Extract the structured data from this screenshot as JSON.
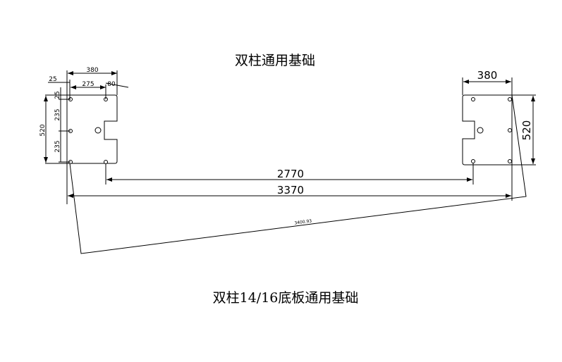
{
  "titles": {
    "top": "双柱通用基础",
    "bottom": "双柱14/16底板通用基础"
  },
  "left_plate_dims": {
    "width": "380",
    "offset_edge": "25",
    "hole_spacing": "275",
    "edge_right": "80",
    "top_edge": "25",
    "spacing_1": "235",
    "spacing_2": "235",
    "height": "520"
  },
  "right_plate_dims": {
    "width": "380",
    "height": "520"
  },
  "overall_dims": {
    "inner": "2770",
    "outer": "3370",
    "diagonal": "3400.93"
  }
}
